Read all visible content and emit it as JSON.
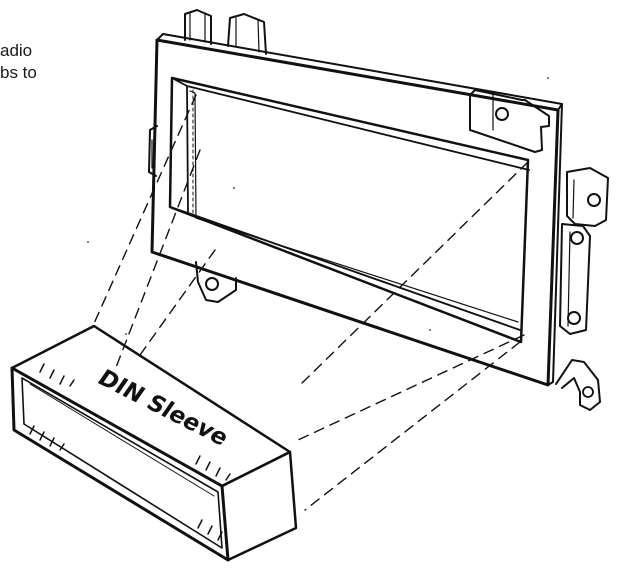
{
  "note": {
    "line1": "adio",
    "line2": "bs to"
  },
  "labels": {
    "din_sleeve": "DIN Sleeve"
  },
  "colors": {
    "line": "#111111",
    "background": "#ffffff"
  }
}
